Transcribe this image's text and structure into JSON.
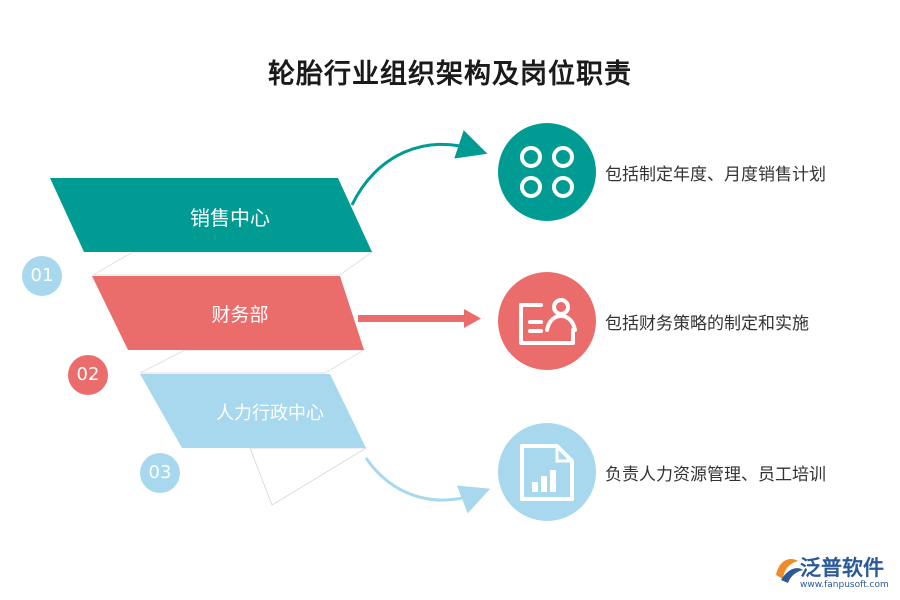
{
  "title": "轮胎行业组织架构及岗位职责",
  "colors": {
    "teal": "#009c94",
    "red": "#ea6d6b",
    "blue": "#a8d8ee",
    "logo": "#2a5a98"
  },
  "items": [
    {
      "number": "01",
      "label": "销售中心",
      "description": "包括制定年度、月度销售计划",
      "icon": "four-circles-icon"
    },
    {
      "number": "02",
      "label": "财务部",
      "description": "包括财务策略的制定和实施",
      "icon": "id-card-person-icon"
    },
    {
      "number": "03",
      "label": "人力行政中心",
      "description": "负责人力资源管理、员工培训",
      "icon": "document-bar-chart-icon"
    }
  ],
  "logo": {
    "text": "泛普软件",
    "url": "www.fanpusoft.com"
  }
}
